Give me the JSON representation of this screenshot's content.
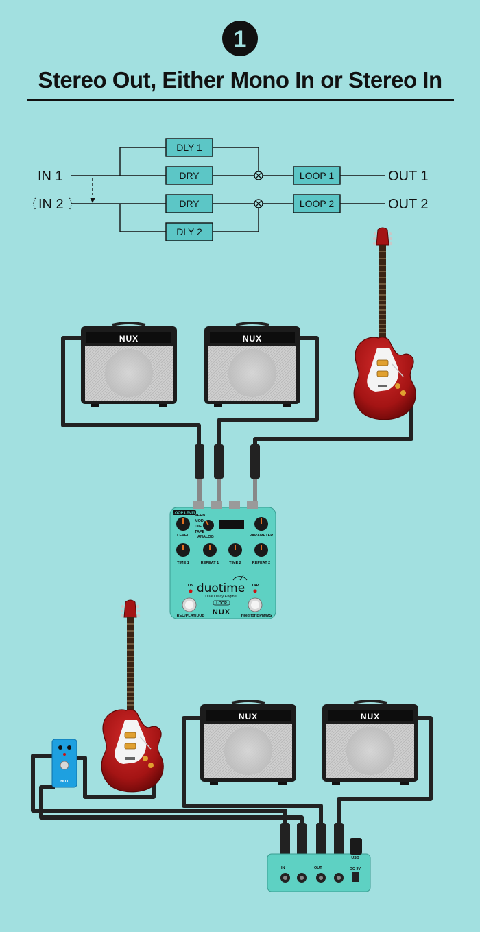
{
  "badge": "1",
  "title": "Stereo Out, Either Mono In or Stereo In",
  "signal_flow": {
    "in1": "IN 1",
    "in2": "IN 2",
    "out1": "OUT 1",
    "out2": "OUT 2",
    "dly1": "DLY 1",
    "dly2": "DLY 2",
    "dry_top": "DRY",
    "dry_bottom": "DRY",
    "loop1": "LOOP 1",
    "loop2": "LOOP 2",
    "mixer_symbol": "×"
  },
  "amp_brand": "NUX",
  "pedal": {
    "loop_level": "LOOP LEVEL",
    "level": "LEVEL",
    "parameter": "PARAMETER",
    "modes": [
      "VERB",
      "MOD",
      "DIGI",
      "TAPE",
      "ANALOG"
    ],
    "time1": "TIME 1",
    "repeat1": "REPEAT 1",
    "time2": "TIME 2",
    "repeat2": "REPEAT 2",
    "on": "ON",
    "tap": "TAP",
    "logo": "duotime",
    "subtitle": "Dual Delay Engine",
    "loop": "LOOP",
    "brand": "NUX",
    "footswitch_left": "REC/PLAY/DUB",
    "footswitch_right": "Hold for BPM/MS"
  },
  "mini_pedal_brand": "NUX",
  "rear_panel": {
    "in": "IN",
    "out": "OUT",
    "usb": "USB",
    "dc": "DC 9V"
  },
  "colors": {
    "background": "#a2e0e0",
    "box_fill": "#5cc6c6",
    "pedal_body": "#5ed1c3",
    "guitar_body": "#a41414",
    "cable": "#222222"
  }
}
